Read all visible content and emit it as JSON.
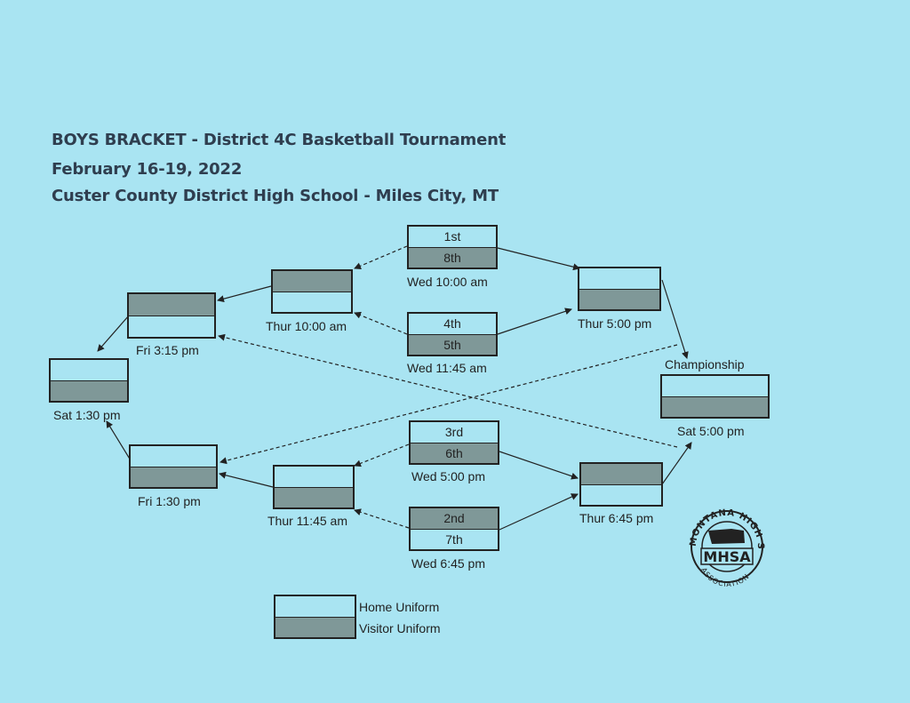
{
  "header": {
    "line1": "BOYS BRACKET - District 4C Basketball Tournament",
    "line2": "February 16-19, 2022",
    "line3": "Custer County District High School - Miles City, MT"
  },
  "games": {
    "wed1000": {
      "top": "1st",
      "bottom": "8th",
      "time": "Wed 10:00 am"
    },
    "wed1145": {
      "top": "4th",
      "bottom": "5th",
      "time": "Wed 11:45 am"
    },
    "wed500": {
      "top": "3rd",
      "bottom": "6th",
      "time": "Wed 5:00 pm"
    },
    "wed645": {
      "top": "2nd",
      "bottom": "7th",
      "time": "Wed 6:45 pm"
    },
    "thur1000": {
      "time": "Thur 10:00 am"
    },
    "thur1145": {
      "time": "Thur 11:45 am"
    },
    "thur500": {
      "time": "Thur 5:00 pm"
    },
    "thur645": {
      "time": "Thur 6:45 pm"
    },
    "fri315": {
      "time": "Fri 3:15 pm"
    },
    "fri130": {
      "time": "Fri 1:30 pm"
    },
    "sat130": {
      "time": "Sat 1:30 pm"
    },
    "championship": {
      "title": "Championship",
      "time": "Sat 5:00 pm"
    }
  },
  "legend": {
    "home": "Home Uniform",
    "visitor": "Visitor Uniform"
  },
  "logo": {
    "top_text": "MONTANA HIGH SCHOOL",
    "center": "MHSA",
    "bottom_text": "ASSOCIATION"
  }
}
